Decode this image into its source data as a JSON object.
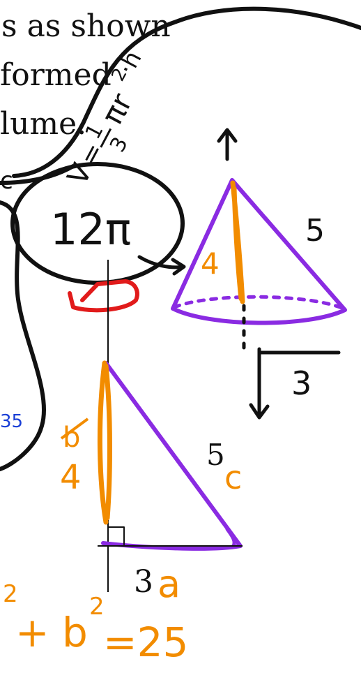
{
  "printed_text": {
    "line1": "s as shown",
    "line2": "formed",
    "line3": "lume.",
    "side_five": "5",
    "base_three": "3"
  },
  "handwriting": {
    "formula_v": "V",
    "formula_eq": "=",
    "formula_one": "1",
    "formula_three": "3",
    "formula_pi_r": "πr",
    "formula_exp": "2",
    "formula_h": "·h",
    "volume": "12π",
    "cone_height": "4",
    "cone_slant": "5",
    "cone_radius": "3",
    "tri_height_crossed": "b",
    "tri_height": "4",
    "label_c": "c",
    "label_a": "a",
    "pyth_exp1": "2",
    "pyth_plus_b": "+ b",
    "pyth_exp2": "2",
    "pyth_eq": "=25",
    "left_blue": "35",
    "left_mark": "c"
  },
  "colors": {
    "ink": "#111111",
    "purple": "#8a2be2",
    "orange": "#f28c00",
    "red": "#e11b1b",
    "blue": "#1a3fd6"
  }
}
